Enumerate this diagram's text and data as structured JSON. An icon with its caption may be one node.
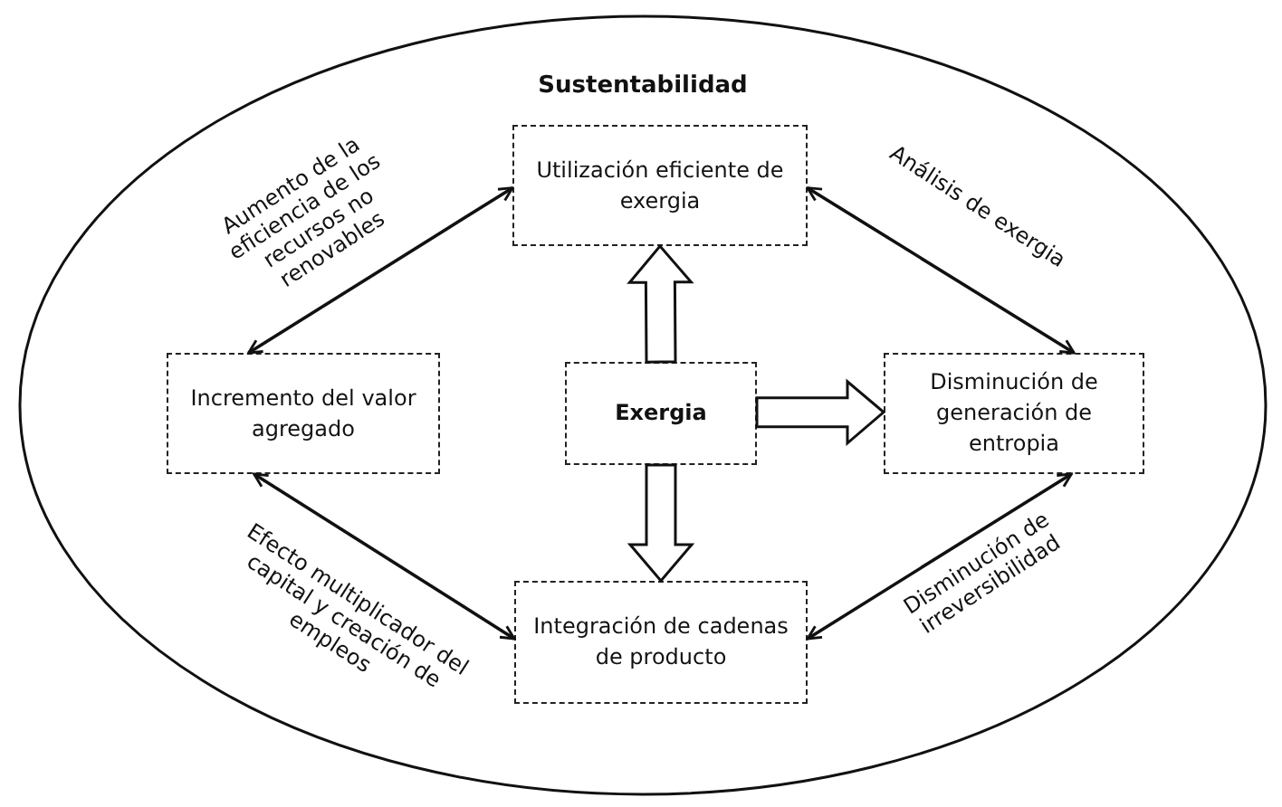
{
  "diagram": {
    "nodes": [
      {
        "text": [
          "Sustentabilidad"
        ]
      },
      {
        "text": [
          "Utilización eficiente de exergia"
        ],
        "in": 0
      },
      {
        "text": [
          "Incremento del valor agregado"
        ],
        "in": 0
      },
      {
        "text": [
          "Exergia"
        ],
        "in": 0
      },
      {
        "text": [
          "Disminución de generación de entropia"
        ],
        "in": 0
      },
      {
        "text": [
          "Integración de cadenas de producto"
        ],
        "in": 0
      }
    ],
    "edges": [
      {
        "from": 3,
        "to": 1,
        "arrow": "to",
        "style": "thick"
      },
      {
        "from": 3,
        "to": 4,
        "arrow": "to",
        "style": "thick"
      },
      {
        "from": 3,
        "to": 5,
        "arrow": "to",
        "style": "thick"
      },
      {
        "from": 2,
        "to": 1,
        "arrow": "both",
        "label": "Aumento de la eficiencia de los recursos no renovables"
      },
      {
        "from": 1,
        "to": 4,
        "arrow": "both",
        "label": "Análisis de exergia"
      },
      {
        "from": 2,
        "to": 5,
        "arrow": "both",
        "label": "Efecto multiplicador del capital y creación de empleos"
      },
      {
        "from": 5,
        "to": 4,
        "arrow": "both",
        "label": "Disminución de irreversibilidad"
      }
    ]
  }
}
